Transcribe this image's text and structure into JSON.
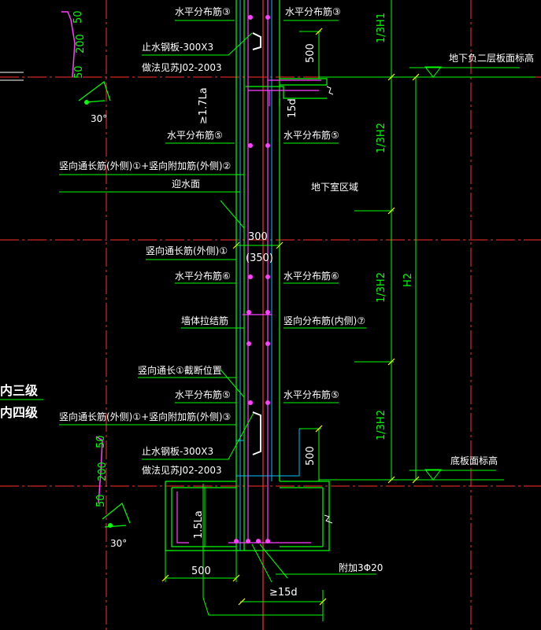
{
  "labels": {
    "horiz_bar_3_left": "水平分布筋③",
    "horiz_bar_3_right": "水平分布筋③",
    "waterstop_top_1": "止水钢板-300X3",
    "waterstop_top_2": "做法见苏J02-2003",
    "horiz_bar_5_left_top": "水平分布筋⑤",
    "horiz_bar_5_right_top": "水平分布筋⑤",
    "vert_long_outer_top": "竖向通长筋(外侧)①+竖向附加筋(外侧)②",
    "water_face": "迎水面",
    "basement_area": "地下室区域",
    "vert_long_outer_mid": "竖向通长筋(外侧)①",
    "horiz_bar_6_left": "水平分布筋⑥",
    "horiz_bar_6_right": "水平分布筋⑥",
    "wall_tie": "墙体拉结筋",
    "vert_dist_inner": "竖向分布筋(内侧)⑦",
    "vert_long_cut": "竖向通长①截断位置",
    "horiz_bar_5_left_bot": "水平分布筋⑤",
    "horiz_bar_5_right_bot": "水平分布筋⑤",
    "vert_long_outer_bot": "竖向通长筋(外侧)①+竖向附加筋(外侧)③",
    "waterstop_bot_1": "止水钢板-300X3",
    "waterstop_bot_2": "做法见苏J02-2003",
    "level_b2": "地下负二层板面标高",
    "level_base": "底板面标高",
    "extra_bar": "附加3Φ20",
    "grade_3": "内三级",
    "grade_4": "内四级"
  },
  "dims": {
    "d50_top": "50",
    "d200_top": "200",
    "d50b_top": "50",
    "ang_top": "30°",
    "d17la": "≥1.7La",
    "d500_top": "500",
    "d15d_top": "15d",
    "h1": "1/3H1",
    "h2a": "1/3H2",
    "h2b": "1/3H2",
    "h2c": "1/3H2",
    "h2_main": "H2",
    "d300": "300",
    "d350": "(350)",
    "d500_bot": "500",
    "d50_bot": "50",
    "d200_bot": "200",
    "d50b_bot": "50",
    "ang_bot": "30°",
    "d15la": "1.5La",
    "d500_base": "500",
    "d15d_bot": "≥15d"
  },
  "colors": {
    "background": "#000000",
    "grid_red": "#ff3030",
    "wall_green": "#00ff00",
    "rebar_magenta": "#ff40ff",
    "cyan": "#00c0ff",
    "text_white": "#ffffff",
    "dim_yellow": "#ffff00"
  }
}
